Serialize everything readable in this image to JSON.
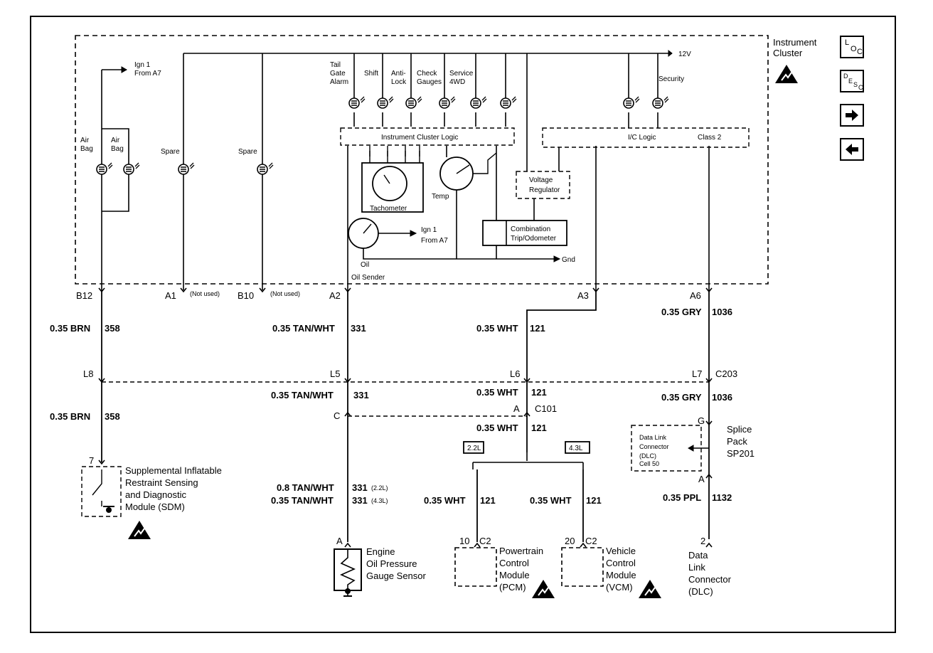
{
  "diagram": {
    "instrument_cluster_label": [
      "Instrument",
      "Cluster"
    ],
    "ign_label_top": [
      "Ign 1",
      "From A7"
    ],
    "ign_label_oil": [
      "Ign 1",
      "From A7"
    ],
    "supply_12v": "12V",
    "lamps": {
      "airbag_left": [
        "Air",
        "Bag"
      ],
      "airbag_right": [
        "Air",
        "Bag"
      ],
      "spare_1": "Spare",
      "spare_2": "Spare",
      "tailgate": [
        "Tail",
        "Gate",
        "Alarm"
      ],
      "shift": "Shift",
      "antilock": [
        "Anti-",
        "Lock"
      ],
      "check_gauges": [
        "Check",
        "Gauges"
      ],
      "service_4wd": [
        "Service",
        "4WD"
      ],
      "security": "Security"
    },
    "cluster_logic": "Instrument Cluster Logic",
    "ic_logic": "I/C Logic",
    "class2": "Class 2",
    "tachometer": "Tachometer",
    "temp": "Temp",
    "voltage_regulator": [
      "Voltage",
      "Regulator"
    ],
    "combination_trip": [
      "Combination",
      "Trip/Odometer"
    ],
    "oil_gauge": "Oil",
    "oil_sender": "Oil Sender",
    "gnd": "Gnd",
    "pins": {
      "b12": "B12",
      "a1": "A1",
      "b10": "B10",
      "a2": "A2",
      "a3": "A3",
      "a6": "A6",
      "not_used": "(Not used)"
    },
    "wires": {
      "brn_a": [
        "0.35 BRN",
        "358"
      ],
      "brn_b": [
        "0.35 BRN",
        "358"
      ],
      "tan_a": [
        "0.35 TAN/WHT",
        "331"
      ],
      "tan_b": [
        "0.35 TAN/WHT",
        "331"
      ],
      "tan_22": [
        "0.8 TAN/WHT",
        "331",
        "(2.2L)"
      ],
      "tan_43": [
        "0.35 TAN/WHT",
        "331",
        "(4.3L)"
      ],
      "wht_a": [
        "0.35 WHT",
        "121"
      ],
      "wht_b": [
        "0.35 WHT",
        "121"
      ],
      "wht_c": [
        "0.35 WHT",
        "121"
      ],
      "wht_pcm": [
        "0.35 WHT",
        "121"
      ],
      "wht_vcm": [
        "0.35 WHT",
        "121"
      ],
      "gry_a": [
        "0.35 GRY",
        "1036"
      ],
      "gry_b": [
        "0.35 GRY",
        "1036"
      ],
      "ppl": [
        "0.35 PPL",
        "1132"
      ]
    },
    "connectors": {
      "l8": "L8",
      "l5": "L5",
      "l6": "L6",
      "l7": "L7",
      "c203": "C203",
      "c": "C",
      "a_c101": "A",
      "c101": "C101",
      "g": "G",
      "a_splice": "A",
      "pin7": "7",
      "a_sensor": "A",
      "pcm_pin": "10",
      "pcm_conn": "C2",
      "vcm_pin": "20",
      "vcm_conn": "C2",
      "dlc_pin": "2"
    },
    "engine_2_2": "2.2L",
    "engine_4_3": "4.3L",
    "splice_pack": [
      "Splice",
      "Pack",
      "SP201"
    ],
    "splice_inner": [
      "Data Link",
      "Connector",
      "(DLC)",
      "Cell 50"
    ],
    "sdm": [
      "Supplemental Inflatable",
      "Restraint Sensing",
      "and Diagnostic",
      "Module (SDM)"
    ],
    "oil_sensor": [
      "Engine",
      "Oil Pressure",
      "Gauge Sensor"
    ],
    "pcm": [
      "Powertrain",
      "Control",
      "Module",
      "(PCM)"
    ],
    "vcm": [
      "Vehicle",
      "Control",
      "Module",
      "(VCM)"
    ],
    "dlc": [
      "Data",
      "Link",
      "Connector",
      "(DLC)"
    ]
  },
  "nav": {
    "loc_icon": "L O C",
    "desc_icon": "D E S C",
    "next_icon": "right-arrow",
    "prev_icon": "left-arrow"
  }
}
